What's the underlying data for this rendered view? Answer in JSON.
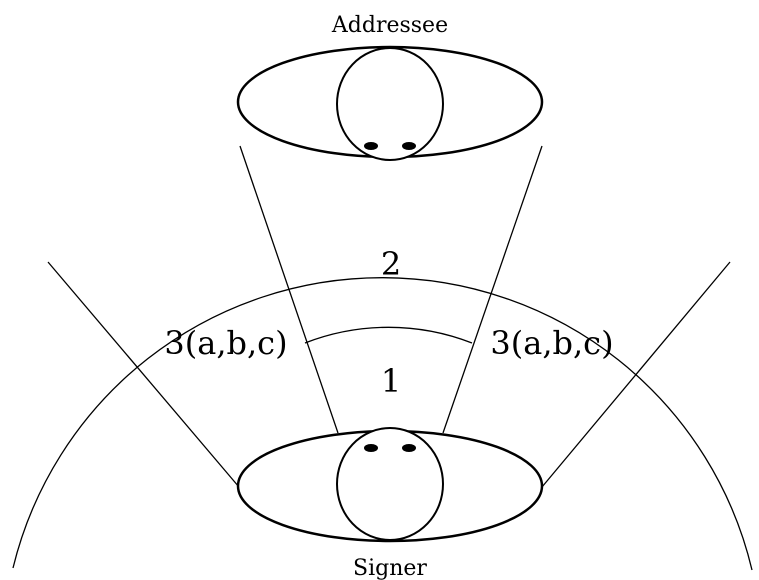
{
  "diagram": {
    "people": {
      "addressee": {
        "label": "Addressee"
      },
      "signer": {
        "label": "Signer"
      }
    },
    "zones": {
      "inner": {
        "label": "1"
      },
      "middle": {
        "label": "2"
      },
      "side_left": {
        "label": "3(a,b,c)"
      },
      "side_right": {
        "label": "3(a,b,c)"
      }
    },
    "stroke_color": "#000000",
    "background_color": "#ffffff"
  }
}
